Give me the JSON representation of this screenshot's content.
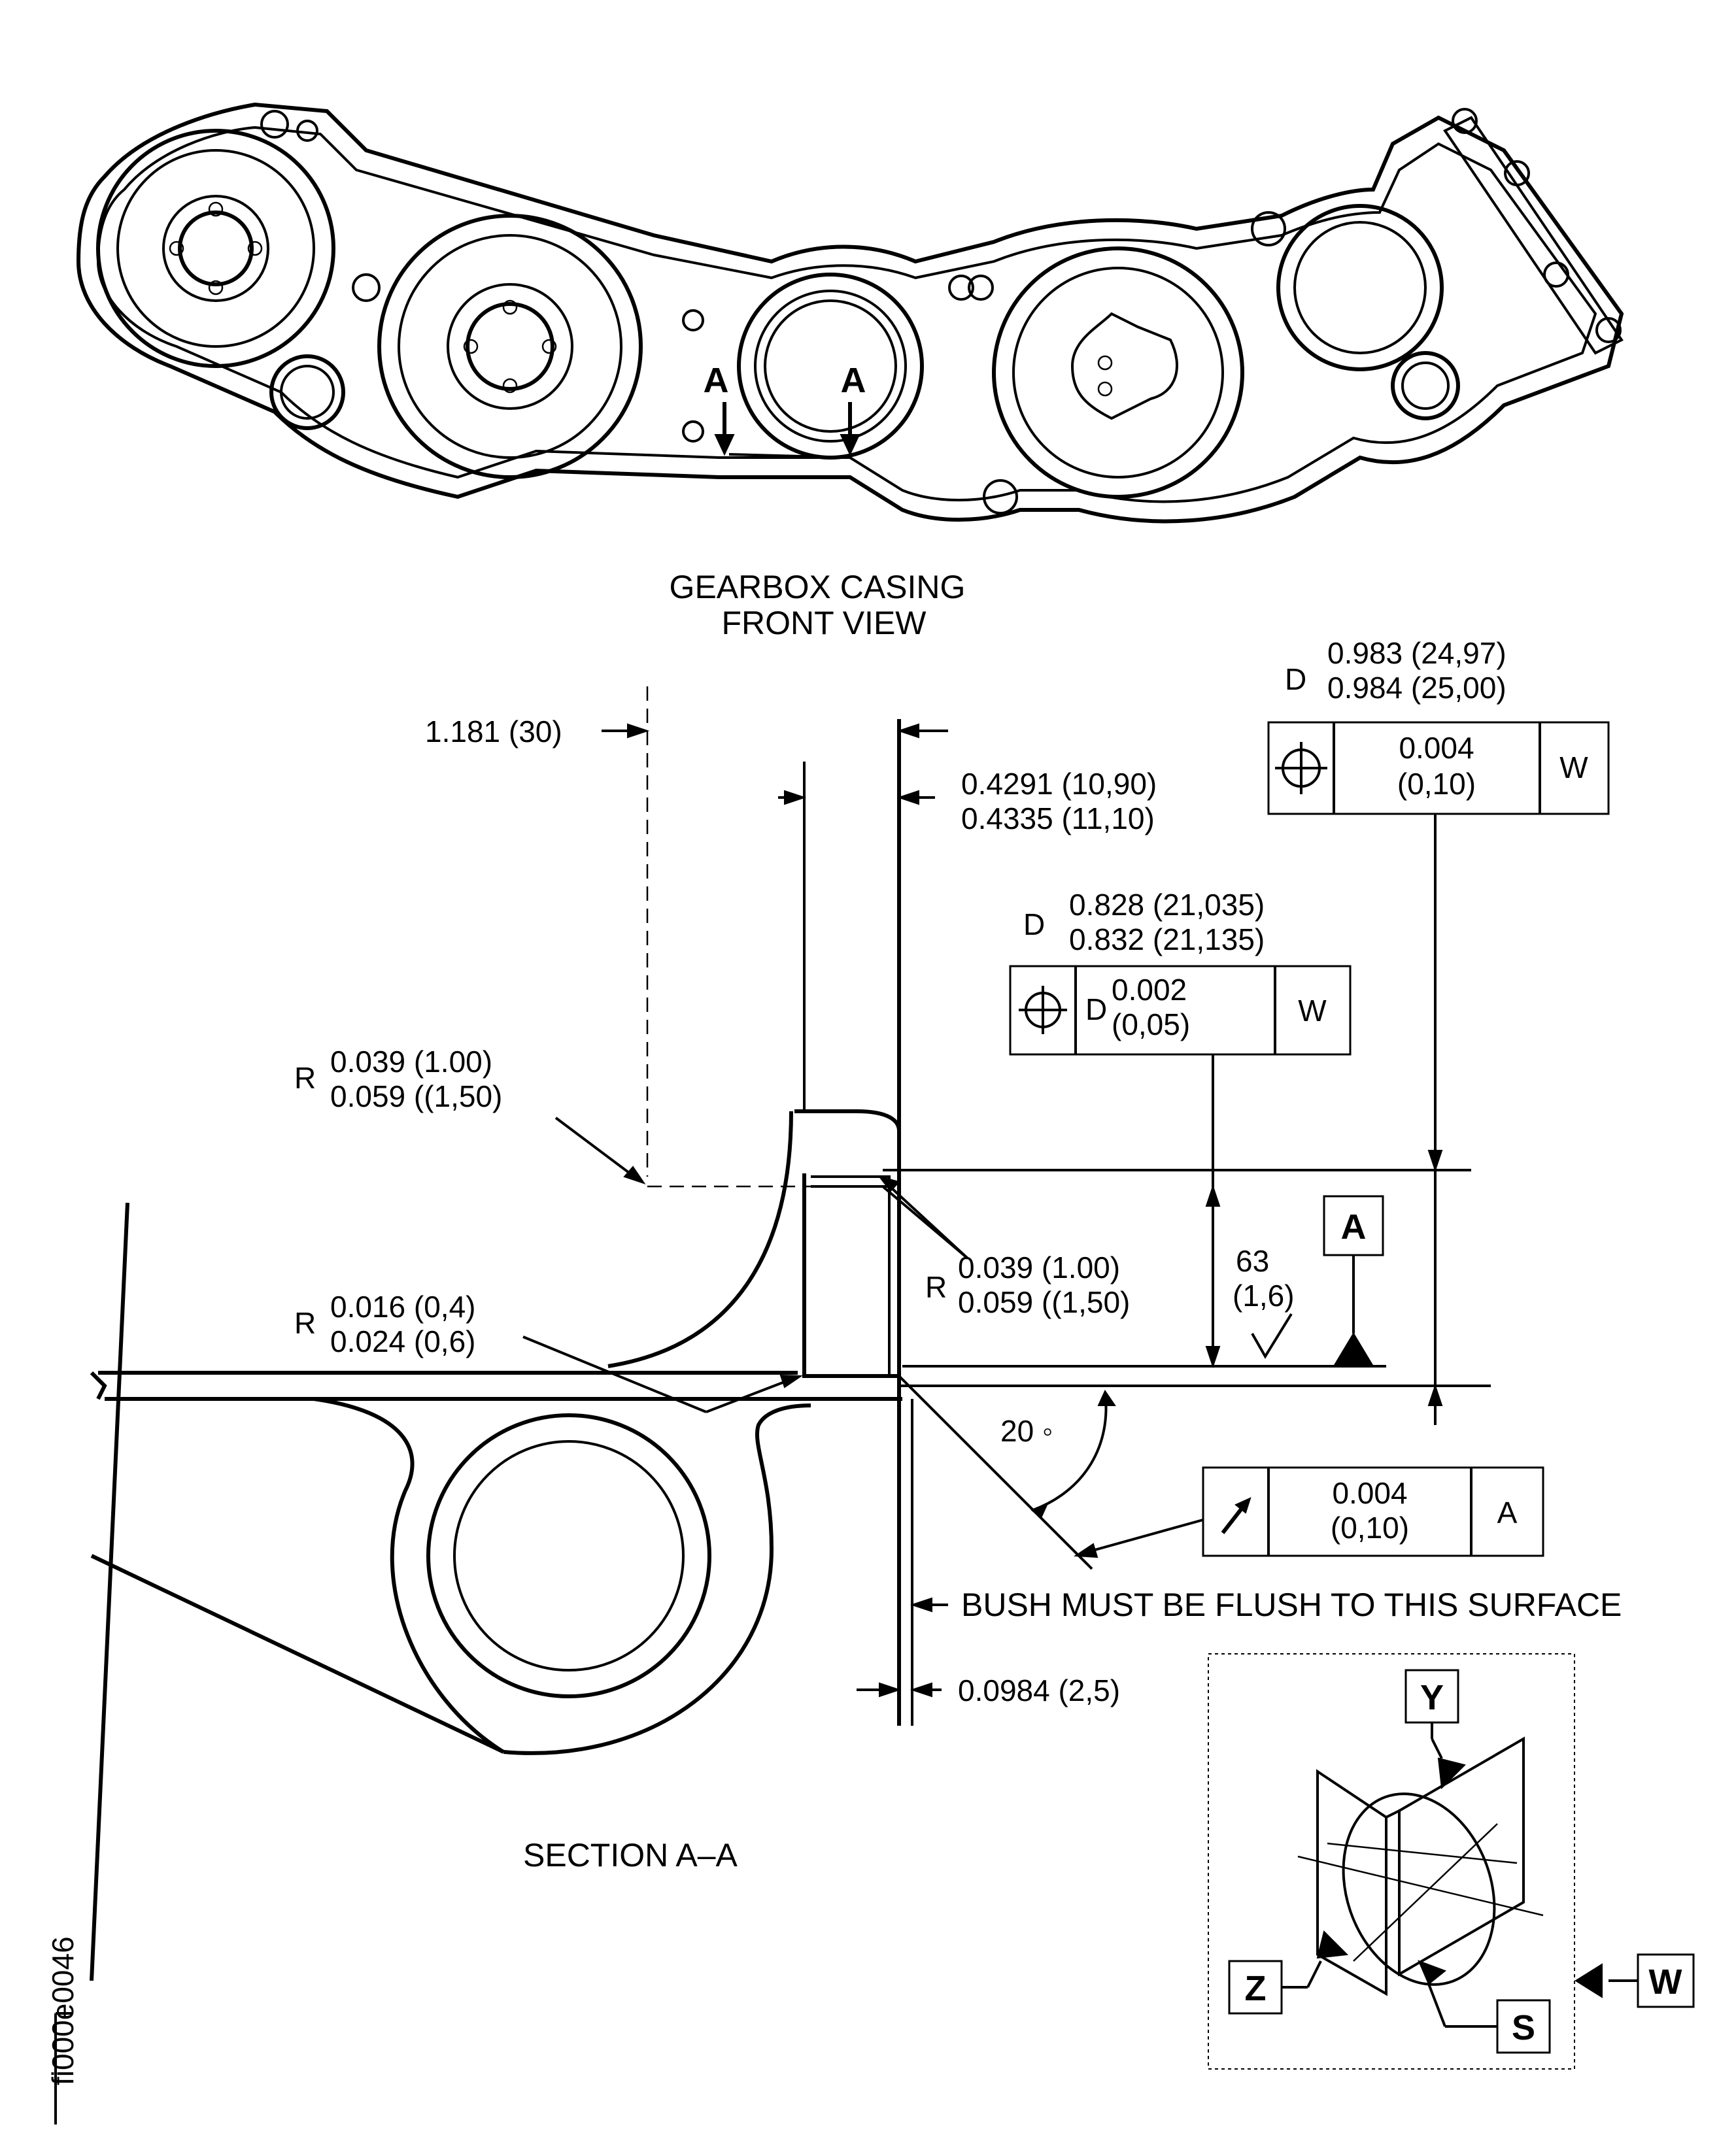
{
  "front_view": {
    "title_line1": "GEARBOX  CASING",
    "title_line2": "FRONT VIEW",
    "section_marker_left": "A",
    "section_marker_right": "A"
  },
  "section": {
    "title": "SECTION A–A",
    "dim_width": "1.181 (30)",
    "dim_bush_1": "0.4291 (10,90)",
    "dim_bush_2": "0.4335 (11,10)",
    "bore_outer_prefix": "D",
    "bore_outer_1": "0.983 (24,97)",
    "bore_outer_2": "0.984 (25,00)",
    "fcf_outer": {
      "tolerance": "0.004",
      "tolerance_metric": "(0,10)",
      "datum": "W"
    },
    "bore_inner_prefix": "D",
    "bore_inner_1": "0.828 (21,035)",
    "bore_inner_2": "0.832 (21,135)",
    "fcf_inner": {
      "modifier": "D",
      "tolerance": "0.002",
      "tolerance_metric": "(0,05)",
      "datum": "W"
    },
    "radius_1": {
      "prefix": "R",
      "line1": "0.039 (1.00)",
      "line2": "0.059 ((1,50)"
    },
    "radius_2": {
      "prefix": "R",
      "line1": "0.039 (1.00)",
      "line2": "0.059 ((1,50)"
    },
    "radius_3": {
      "prefix": "R",
      "line1": "0.016 (0,4)",
      "line2": "0.024 (0,6)"
    },
    "roughness_1": "63",
    "roughness_2": "(1,6)",
    "datum_a": "A",
    "angle": "20 ◦",
    "fcf_runout": {
      "tolerance": "0.004",
      "tolerance_metric": "(0,10)",
      "datum": "A"
    },
    "flush_note": "BUSH MUST BE FLUSH  TO THIS SURFACE",
    "dim_recess": "0.0984 (2,5)"
  },
  "datum_diagram": {
    "label_y": "Y",
    "label_z": "Z",
    "label_s": "S",
    "label_w": "W"
  },
  "figure_id": "fi000e0046"
}
